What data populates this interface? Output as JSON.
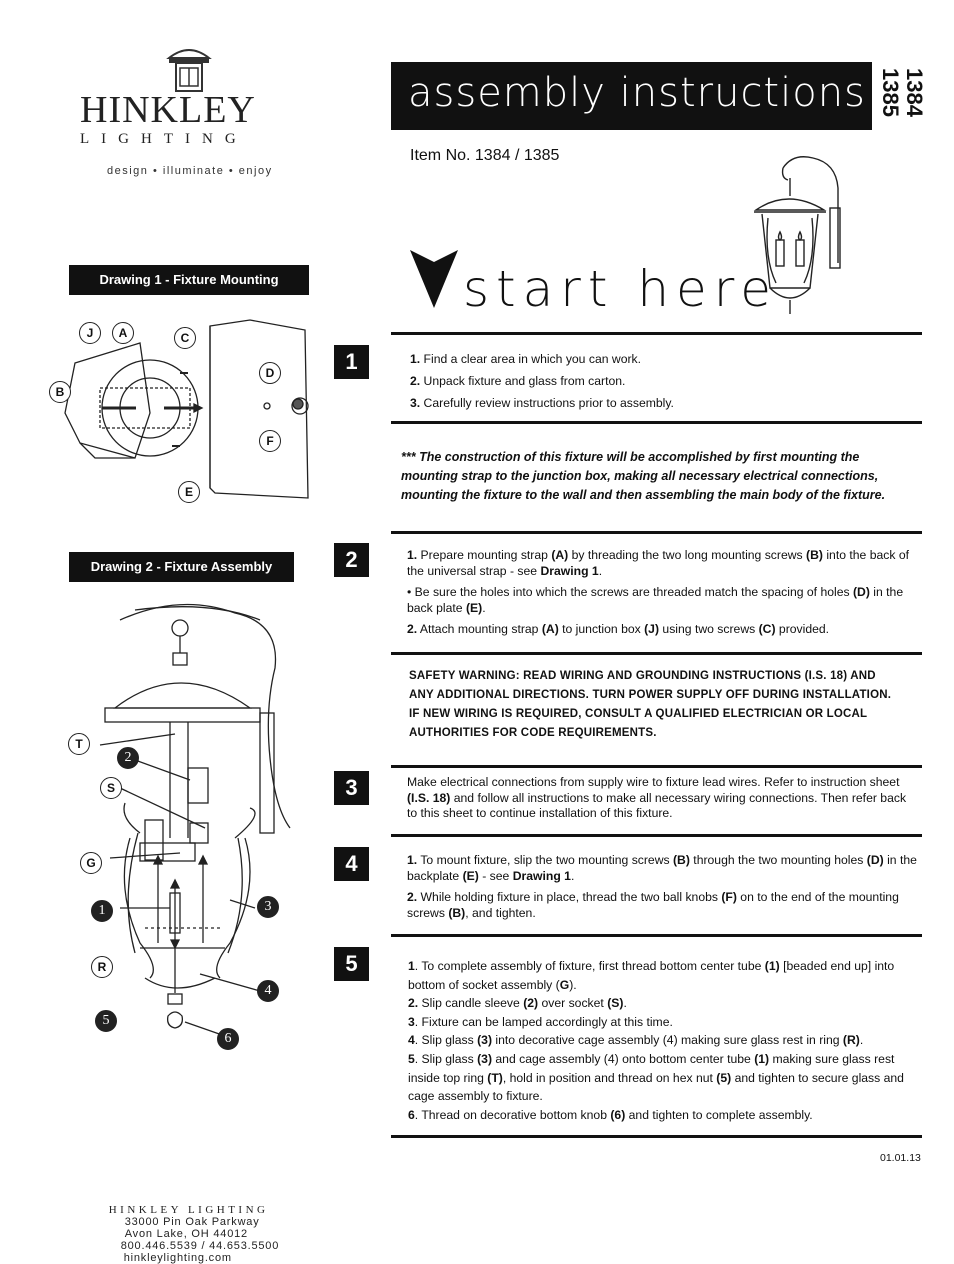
{
  "brand": {
    "name": "HINKLEY",
    "sub": "LIGHTING",
    "tagline": "design • illuminate • enjoy"
  },
  "header": {
    "title": "assembly instructions",
    "item_numbers": "1384\n1385",
    "item_line": "Item No. 1384 / 1385",
    "start": "start here"
  },
  "drawings": {
    "d1_label": "Drawing 1 - Fixture Mounting",
    "d2_label": "Drawing 2 - Fixture Assembly",
    "d1_callouts": [
      "J",
      "A",
      "C",
      "B",
      "D",
      "F",
      "E"
    ],
    "d2_callouts": [
      "T",
      "2",
      "S",
      "G",
      "1",
      "3",
      "R",
      "4",
      "5",
      "6"
    ]
  },
  "steps": {
    "s1": {
      "num": "1",
      "lines": [
        {
          "n": "1.",
          "t": " Find a clear area in which you can work."
        },
        {
          "n": "2.",
          "t": " Unpack fixture and glass from carton."
        },
        {
          "n": "3.",
          "t": " Carefully review instructions prior to assembly."
        }
      ]
    },
    "intro": "*** The construction of this fixture will be accomplished by first mounting the mounting strap to the junction box, making all necessary electrical connections, mounting the fixture to the wall and then assembling the main body of the fixture.",
    "s2": {
      "num": "2",
      "p1a": "1.",
      "p1b": " Prepare mounting strap ",
      "p1c": "(A)",
      "p1d": " by threading the two long mounting screws ",
      "p1e": "(B)",
      "p1f": " into the back of the universal strap - see ",
      "p1g": "Drawing 1",
      "p1h": ".",
      "p2a": "• Be sure the holes into which the screws are threaded match the spacing of holes ",
      "p2b": "(D)",
      "p2c": " in the back plate ",
      "p2d": "(E)",
      "p2e": ".",
      "p3a": "2.",
      "p3b": " Attach mounting strap ",
      "p3c": "(A)",
      "p3d": " to junction box ",
      "p3e": "(J)",
      "p3f": " using two screws ",
      "p3g": "(C)",
      "p3h": " provided."
    },
    "warning": "SAFETY WARNING: READ WIRING AND GROUNDING INSTRUCTIONS (I.S. 18) AND ANY ADDITIONAL DIRECTIONS. TURN POWER SUPPLY OFF DURING INSTALLATION. IF NEW WIRING IS REQUIRED, CONSULT A QUALIFIED ELECTRICIAN OR LOCAL AUTHORITIES FOR CODE REQUIREMENTS.",
    "s3": {
      "num": "3",
      "a": "Make electrical connections from supply wire to fixture lead wires. Refer to instruction sheet ",
      "b": "(I.S. 18)",
      "c": " and follow all instructions to make all necessary wiring connections. Then refer back to this sheet to continue installation of this fixture."
    },
    "s4": {
      "num": "4",
      "p1a": "1.",
      "p1b": " To mount fixture, slip the two mounting screws ",
      "p1c": "(B)",
      "p1d": " through the two mounting holes ",
      "p1e": "(D)",
      "p1f": " in the backplate ",
      "p1g": "(E)",
      "p1h": " - see ",
      "p1i": "Drawing 1",
      "p1j": ".",
      "p2a": "2.",
      "p2b": " While holding fixture in place, thread the two ball knobs ",
      "p2c": "(F)",
      "p2d": " on to the end of the mounting screws ",
      "p2e": "(B)",
      "p2f": ", and tighten."
    },
    "s5": {
      "num": "5",
      "l1a": "1",
      "l1b": ". To complete assembly of fixture, first thread bottom center tube ",
      "l1c": "(1)",
      "l1d": " [beaded end up] into bottom of socket assembly (",
      "l1e": "G",
      "l1f": ").",
      "l2a": "2.",
      "l2b": " Slip candle sleeve ",
      "l2c": "(2)",
      "l2d": " over socket ",
      "l2e": "(S)",
      "l2f": ".",
      "l3a": "3",
      "l3b": ". Fixture can be lamped accordingly at this time.",
      "l4a": "4",
      "l4b": ". Slip glass ",
      "l4c": "(3)",
      "l4d": " into decorative cage assembly (4) making sure glass rest in ring ",
      "l4e": "(R)",
      "l4f": ".",
      "l5a": "5",
      "l5b": ". Slip glass ",
      "l5c": "(3)",
      "l5d": " and cage assembly (4) onto bottom center tube ",
      "l5e": "(1)",
      "l5f": " making sure glass rest inside top ring ",
      "l5g": "(T)",
      "l5h": ", hold in position and thread on hex nut ",
      "l5i": "(5)",
      "l5j": " and tighten to secure glass and cage assembly to fixture.",
      "l6a": "6",
      "l6b": ". Thread on decorative bottom knob ",
      "l6c": "(6)",
      "l6d": " and tighten to complete assembly."
    }
  },
  "footer": {
    "date": "01.01.13",
    "company": "HINKLEY LIGHTING",
    "address": "33000 Pin Oak Parkway",
    "city": "Avon Lake, OH 44012",
    "phone": "800.446.5539 / 44.653.5500",
    "web": "hinkleylighting.com"
  }
}
